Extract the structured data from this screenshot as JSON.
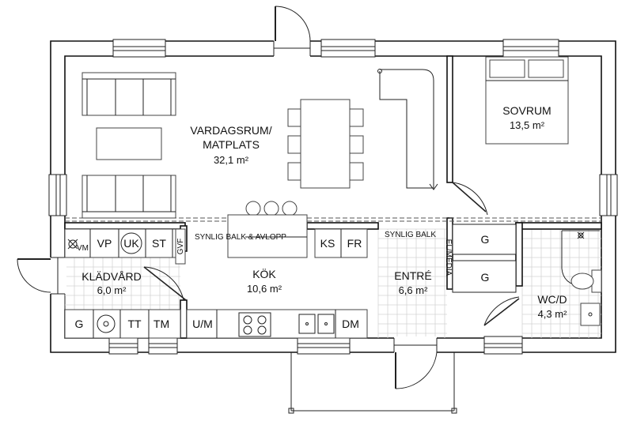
{
  "rooms": {
    "vardagsrum": {
      "name1": "VARDAGSRUM/",
      "name2": "MATPLATS",
      "area": "32,1 m²"
    },
    "sovrum": {
      "name": "SOVRUM",
      "area": "13,5 m²"
    },
    "kladvard": {
      "name": "KLÄDVÅRD",
      "area": "6,0 m²"
    },
    "kok": {
      "name": "KÖK",
      "area": "10,6 m²"
    },
    "entre": {
      "name": "ENTRÉ",
      "area": "6,6 m²"
    },
    "wc": {
      "name": "WC/D",
      "area": "4,3 m²"
    }
  },
  "labels": {
    "beam_left": "SYNLIG BALK & AVLOPP",
    "beam_right": "SYNLIG BALK",
    "vm": "VM",
    "vp": "VP",
    "uk": "UK",
    "st": "ST",
    "gvf": "GVF",
    "ks": "KS",
    "fr": "FR",
    "elmedia": "EL/MEDIA",
    "g_top": "G",
    "g_mid": "G",
    "g_bottom": "G",
    "tt": "TT",
    "tm": "TM",
    "um": "U/M",
    "dm": "DM"
  }
}
